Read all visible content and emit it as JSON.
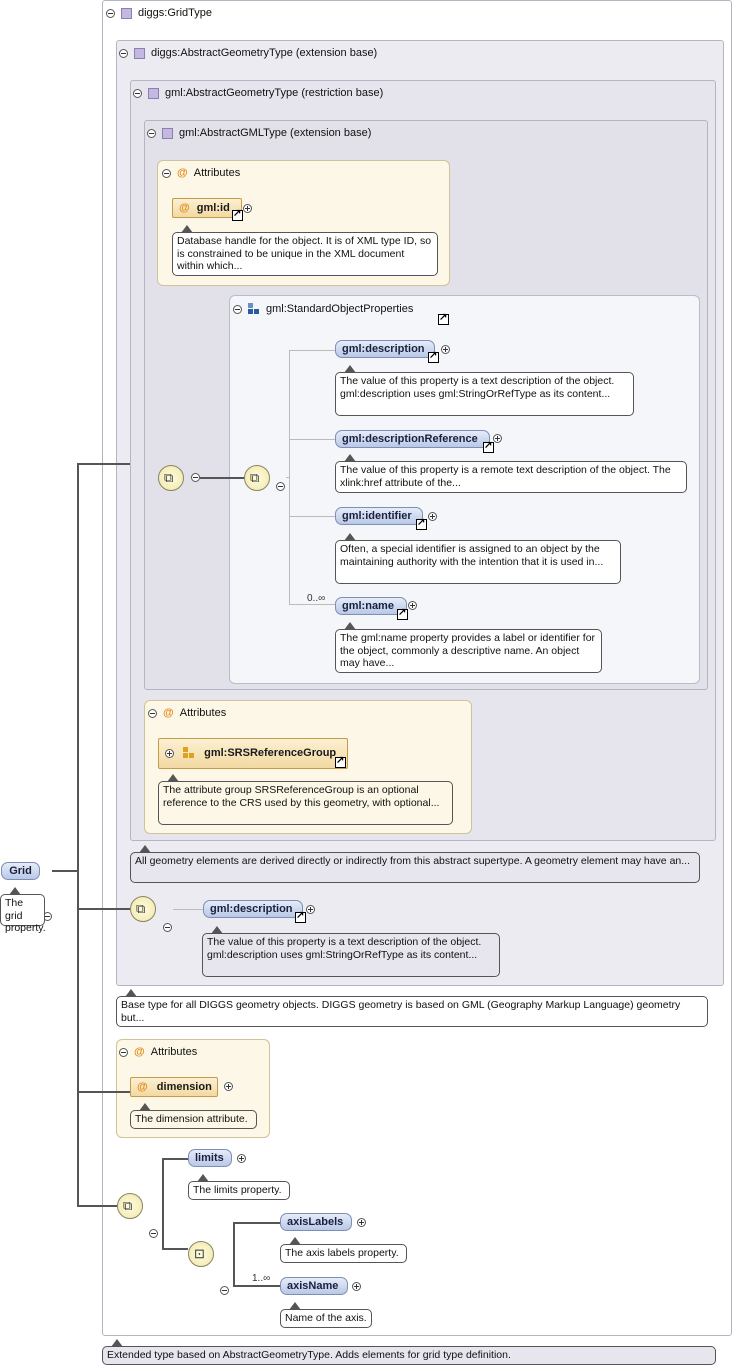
{
  "root": {
    "label": "Grid",
    "note": "The grid property."
  },
  "grid_type": {
    "title": "diggs:GridType",
    "note": "Extended type based on AbstractGeometryType. Adds elements for grid type definition."
  },
  "abstract_geometry_ext": {
    "title": "diggs:AbstractGeometryType (extension base)",
    "note": "Base type for all DIGGS geometry objects. DIGGS geometry is based on GML (Geography Markup Language) geometry but..."
  },
  "gml_abstract_geometry": {
    "title": "gml:AbstractGeometryType (restriction base)",
    "note": "All geometry elements are derived directly or indirectly from this abstract supertype. A geometry element may have an..."
  },
  "gml_abstract_gml": {
    "title": "gml:AbstractGMLType (extension base)"
  },
  "attrs1": {
    "title": "Attributes",
    "id_label": "gml:id",
    "id_note": "Database handle for the object. It is of XML type ID, so is constrained to be unique in the XML document within which..."
  },
  "standard_props": {
    "title": "gml:StandardObjectProperties",
    "items": [
      {
        "label": "gml:description",
        "note": "The value of this property is a text description of the object. gml:description uses gml:StringOrRefType as its content..."
      },
      {
        "label": "gml:descriptionReference",
        "note": "The value of this property is a remote text description of the object. The xlink:href attribute of the..."
      },
      {
        "label": "gml:identifier",
        "note": "Often, a special identifier is assigned to an object by the maintaining authority with the intention that it is used in..."
      },
      {
        "label": "gml:name",
        "note": "The gml:name property provides a label or identifier for the object, commonly a descriptive name. An object may have...",
        "card": "0..∞"
      }
    ]
  },
  "attrs2": {
    "title": "Attributes",
    "group_label": "gml:SRSReferenceGroup",
    "group_note": "The attribute group SRSReferenceGroup is an optional reference to the CRS used by this geometry, with optional..."
  },
  "diggs_description": {
    "label": "gml:description",
    "note": "The value of this property is a text description of the object. gml:description uses gml:StringOrRefType as its content..."
  },
  "attrs3": {
    "title": "Attributes",
    "dimension_label": "dimension",
    "dimension_note": "The dimension attribute."
  },
  "grid_elements": {
    "limits_label": "limits",
    "limits_note": "The limits property.",
    "axis_labels_label": "axisLabels",
    "axis_labels_note": "The axis labels property.",
    "axis_name_label": "axisName",
    "axis_name_note": "Name of the axis.",
    "axis_name_card": "1..∞"
  },
  "colors": {
    "element_fill": "#b9c8e6",
    "attribute_fill": "#f3d9a2",
    "frame_fill": "#ecebf2",
    "compositor_fill": "#efe6a8"
  }
}
